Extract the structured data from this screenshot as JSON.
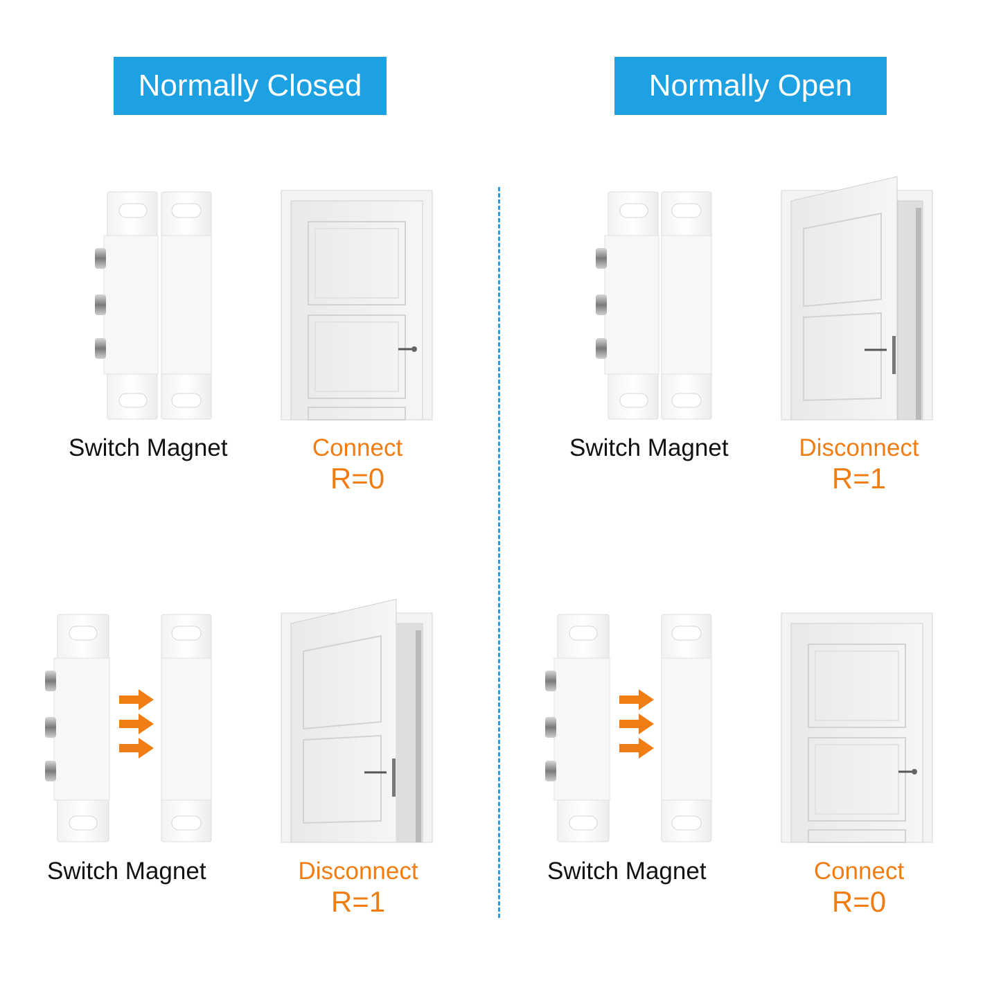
{
  "headers": {
    "left": "Normally Closed",
    "right": "Normally Open"
  },
  "colors": {
    "header_bg": "#1da1e2",
    "accent_orange": "#f07d14",
    "divider": "#2c9ad6"
  },
  "panels": {
    "nc_top": {
      "device": "Switch Magnet",
      "state": "Connect",
      "resistance": "R=0",
      "door": "closed",
      "magnet": "together"
    },
    "no_top": {
      "device": "Switch Magnet",
      "state": "Disconnect",
      "resistance": "R=1",
      "door": "open",
      "magnet": "together"
    },
    "nc_bottom": {
      "device": "Switch Magnet",
      "state": "Disconnect",
      "resistance": "R=1",
      "door": "open",
      "magnet": "apart"
    },
    "no_bottom": {
      "device": "Switch Magnet",
      "state": "Connect",
      "resistance": "R=0",
      "door": "closed",
      "magnet": "apart"
    }
  },
  "icons": [
    "magnetic-switch-icon",
    "closed-door-icon",
    "open-door-icon",
    "arrow-right-icon"
  ]
}
